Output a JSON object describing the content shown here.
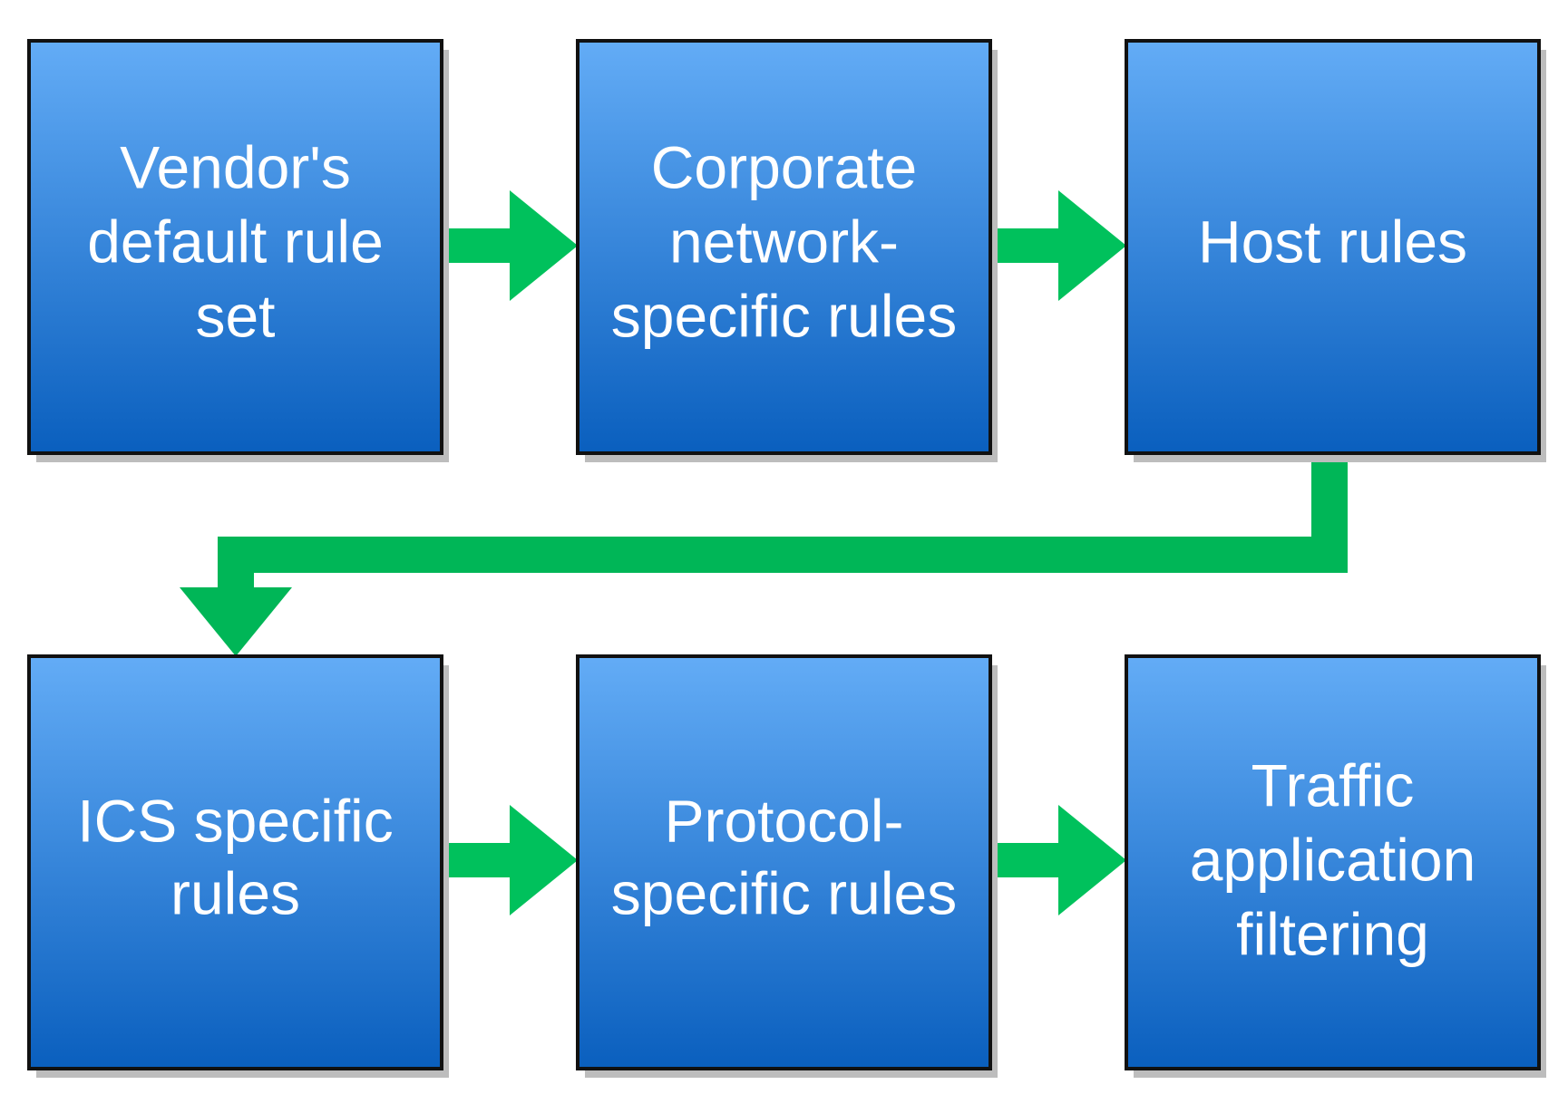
{
  "colors": {
    "box_gradient_top": "#63acf6",
    "box_gradient_bottom": "#0a5fbe",
    "box_border": "#111111",
    "shadow": "#bdbdbd",
    "arrow_green": "#00c15c",
    "connector_green": "#00b657"
  },
  "boxes": [
    {
      "id": "vendor",
      "lines": [
        "Vendor's",
        "default rule",
        "set"
      ]
    },
    {
      "id": "corporate",
      "lines": [
        "Corporate",
        "network-",
        "specific rules"
      ]
    },
    {
      "id": "host",
      "lines": [
        "Host rules"
      ]
    },
    {
      "id": "ics",
      "lines": [
        "ICS specific",
        "rules"
      ]
    },
    {
      "id": "protocol",
      "lines": [
        "Protocol-",
        "specific rules"
      ]
    },
    {
      "id": "traffic",
      "lines": [
        "Traffic",
        "application",
        "filtering"
      ]
    }
  ],
  "edges": [
    {
      "from": "vendor",
      "to": "corporate"
    },
    {
      "from": "corporate",
      "to": "host"
    },
    {
      "from": "host",
      "to": "ics"
    },
    {
      "from": "ics",
      "to": "protocol"
    },
    {
      "from": "protocol",
      "to": "traffic"
    }
  ]
}
